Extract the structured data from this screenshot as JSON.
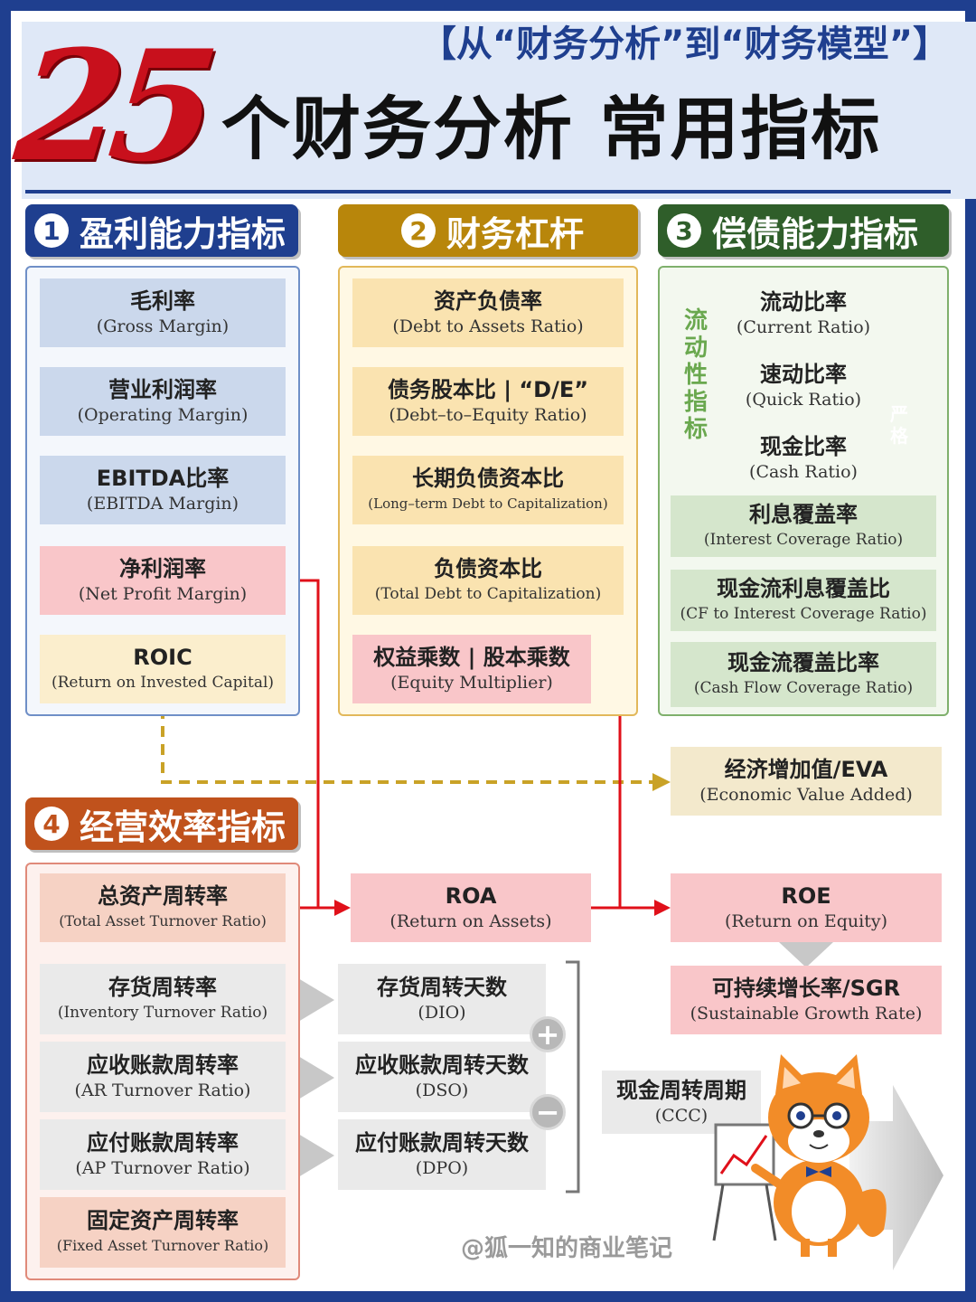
{
  "header": {
    "subtitle": "【从“财务分析”到“财务模型”】",
    "big_number": "25",
    "title": "个财务分析 常用指标"
  },
  "sections": {
    "profitability": {
      "num": "1",
      "title": "盈利能力指标",
      "color": "#1f3f8f",
      "items": [
        {
          "zh": "毛利率",
          "en": "(Gross Margin)"
        },
        {
          "zh": "营业利润率",
          "en": "(Operating Margin)"
        },
        {
          "zh": "EBITDA比率",
          "en": "(EBITDA Margin)"
        },
        {
          "zh": "净利润率",
          "en": "(Net Profit Margin)"
        },
        {
          "zh": "ROIC",
          "en": "(Return on Invested Capital)"
        }
      ]
    },
    "leverage": {
      "num": "2",
      "title": "财务杠杆",
      "color": "#b8860b",
      "items": [
        {
          "zh": "资产负债率",
          "en": "(Debt to Assets Ratio)"
        },
        {
          "zh": "债务股本比 | “D/E”",
          "en": "(Debt–to–Equity Ratio)"
        },
        {
          "zh": "长期负债资本比",
          "en": "(Long–term Debt to Capitalization)"
        },
        {
          "zh": "负债资本比",
          "en": "(Total Debt to Capitalization)"
        },
        {
          "zh": "权益乘数 | 股本乘数",
          "en": "(Equity Multiplier)"
        }
      ]
    },
    "solvency": {
      "num": "3",
      "title": "偿债能力指标",
      "color": "#2f5e2a",
      "liquidity_label": "流动性指标",
      "strict_label": "严格",
      "liquidity_items": [
        {
          "zh": "流动比率",
          "en": "(Current Ratio)"
        },
        {
          "zh": "速动比率",
          "en": "(Quick Ratio)"
        },
        {
          "zh": "现金比率",
          "en": "(Cash Ratio)"
        }
      ],
      "items": [
        {
          "zh": "利息覆盖率",
          "en": "(Interest Coverage Ratio)"
        },
        {
          "zh": "现金流利息覆盖比",
          "en": "(CF to Interest Coverage Ratio)"
        },
        {
          "zh": "现金流覆盖比率",
          "en": "(Cash Flow Coverage Ratio)"
        }
      ]
    },
    "efficiency": {
      "num": "4",
      "title": "经营效率指标",
      "color": "#c0521c",
      "items": [
        {
          "zh": "总资产周转率",
          "en": "(Total Asset Turnover Ratio)"
        },
        {
          "zh": "存货周转率",
          "en": "(Inventory Turnover Ratio)"
        },
        {
          "zh": "应收账款周转率",
          "en": "(AR Turnover Ratio)"
        },
        {
          "zh": "应付账款周转率",
          "en": "(AP Turnover Ratio)"
        },
        {
          "zh": "固定资产周转率",
          "en": "(Fixed Asset Turnover Ratio)"
        }
      ]
    }
  },
  "derived": {
    "eva": {
      "zh": "经济增加值/EVA",
      "en": "(Economic Value Added)"
    },
    "roa": {
      "zh": "ROA",
      "en": "(Return on Assets)"
    },
    "roe": {
      "zh": "ROE",
      "en": "(Return on Equity)"
    },
    "sgr": {
      "zh": "可持续增长率/SGR",
      "en": "(Sustainable Growth Rate)"
    },
    "dio": {
      "zh": "存货周转天数",
      "en": "(DIO)"
    },
    "dso": {
      "zh": "应收账款周转天数",
      "en": "(DSO)"
    },
    "dpo": {
      "zh": "应付账款周转天数",
      "en": "(DPO)"
    },
    "ccc": {
      "zh": "现金周转周期",
      "en": "(CCC)"
    },
    "plus": "+",
    "minus": "−"
  },
  "watermark": "@狐一知的商业笔记",
  "mascot_icon": "fox-teacher-mascot"
}
